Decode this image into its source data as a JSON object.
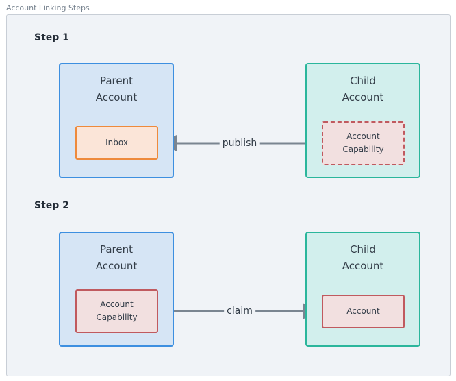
{
  "title": "Account Linking Steps",
  "steps": [
    {
      "label": "Step 1",
      "parent": {
        "title": "Parent Account",
        "inner": "Inbox"
      },
      "child": {
        "title": "Child Account",
        "inner": "Account Capability"
      },
      "edge": {
        "label": "publish",
        "direction": "child-to-parent"
      }
    },
    {
      "label": "Step 2",
      "parent": {
        "title": "Parent Account",
        "inner": "Account Capability"
      },
      "child": {
        "title": "Child Account",
        "inner": "Account"
      },
      "edge": {
        "label": "claim",
        "direction": "parent-to-child"
      }
    }
  ],
  "colors": {
    "parent_fill": "#d6e5f5",
    "parent_border": "#3d8fe0",
    "child_fill": "#d2efed",
    "child_border": "#2bb69c",
    "inbox_border": "#ee8a3c",
    "capability_border": "#c05a5f",
    "arrow": "#7a8591"
  }
}
